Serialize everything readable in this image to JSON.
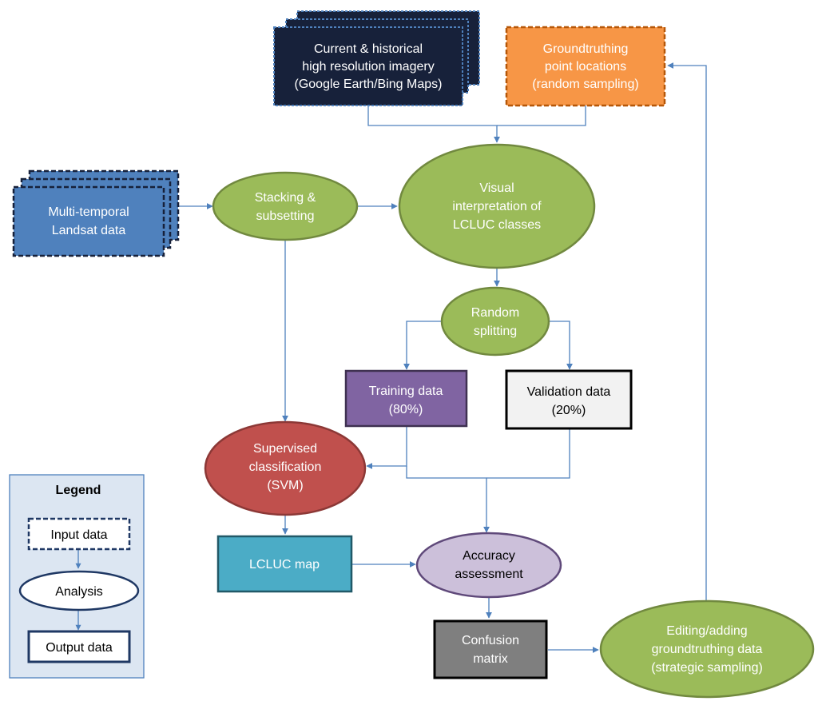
{
  "colors": {
    "connector": "#4f81bd",
    "imagery": "#17213a",
    "groundtruth_input": "#f79646",
    "landsat": "#4f81bd",
    "analysis": "#9bbb59",
    "supervised": "#c0504d",
    "training": "#8064a2",
    "validation": "#f2f2f2",
    "lcluc_map": "#4bacc6",
    "accuracy": "#ccc0da",
    "confusion": "#7f7f7f",
    "legend_panel": "#dce6f2"
  },
  "nodes": {
    "imagery": {
      "lines": [
        "Current & historical",
        "high resolution imagery",
        "(Google Earth/Bing Maps)"
      ]
    },
    "groundtruth": {
      "lines": [
        "Groundtruthing",
        "point locations",
        "(random sampling)"
      ]
    },
    "landsat": {
      "lines": [
        "Multi-temporal",
        "Landsat data"
      ]
    },
    "stacking": {
      "lines": [
        "Stacking &",
        "subsetting"
      ]
    },
    "visual": {
      "lines": [
        "Visual",
        "interpretation of",
        "LCLUC classes"
      ]
    },
    "random": {
      "lines": [
        "Random",
        "splitting"
      ]
    },
    "training": {
      "lines": [
        "Training data",
        "(80%)"
      ]
    },
    "validation": {
      "lines": [
        "Validation data",
        "(20%)"
      ]
    },
    "supervised": {
      "lines": [
        "Supervised",
        "classification",
        "(SVM)"
      ]
    },
    "lcluc": {
      "lines": [
        "LCLUC map"
      ]
    },
    "accuracy": {
      "lines": [
        "Accuracy",
        "assessment"
      ]
    },
    "confusion": {
      "lines": [
        "Confusion",
        "matrix"
      ]
    },
    "editing": {
      "lines": [
        "Editing/adding",
        "groundtruthing data",
        "(strategic sampling)"
      ]
    }
  },
  "legend": {
    "title": "Legend",
    "input": "Input data",
    "analysis": "Analysis",
    "output": "Output data"
  }
}
